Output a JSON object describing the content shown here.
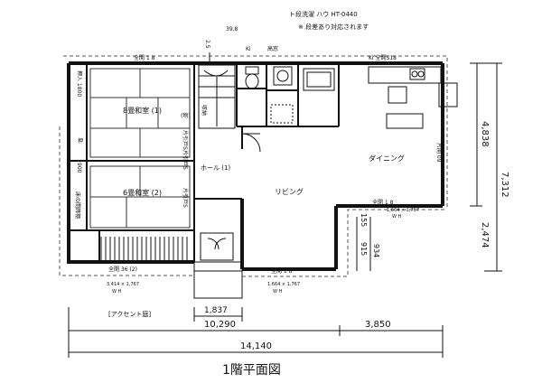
{
  "title": "1階平面図",
  "notes": {
    "top_note_1": "ト段洗濯 ハウ HT-0440",
    "top_note_2": "※ 段差あり対応されます",
    "top_dim": "39.8",
    "stair_note": "2.5",
    "ki_label": "Ki",
    "takaya_label": "高窓"
  },
  "rooms": {
    "japanese_8": "8畳和室 (1)",
    "japanese_6": "6畳和室 (2)",
    "hall": "ホール (1)",
    "living": "リビング",
    "dining": "ダイニング",
    "tokonoma": "床の間飾棚",
    "oshiire": "押入 1800",
    "closet": "収納",
    "small_1": "押",
    "small_2": "(物)",
    "akusento": "[アクセント庭]"
  },
  "window_labels": {
    "top_left": "全開 1 8",
    "kitchen": "Ki 全開S18",
    "japanese_6_bottom": "全開 36 (2)",
    "living_bottom": "全開 1 8",
    "dining_right": "全開 1 8",
    "dining_side": "片開 09",
    "ps_1": "片引戸S",
    "ps_2": "片引戸S",
    "ps_3": "片引戸S",
    "left_900": "900"
  },
  "sub_labels": {
    "left_wh": "3,414 × 1,767",
    "left_wh2": "W       H",
    "mid_wh": "1,664 × 1,767",
    "mid_wh2": "W       H",
    "dining_wh": "1,664 × 1,767",
    "dining_wh2": "W       H"
  },
  "dimensions": {
    "d_1837": "1,837",
    "d_10290": "10,290",
    "d_3850": "3,850",
    "d_14140": "14,140",
    "d_4838": "4,838",
    "d_7312": "7,312",
    "d_2474": "2,474",
    "d_915": "915",
    "d_155": "155",
    "d_934": "934"
  }
}
